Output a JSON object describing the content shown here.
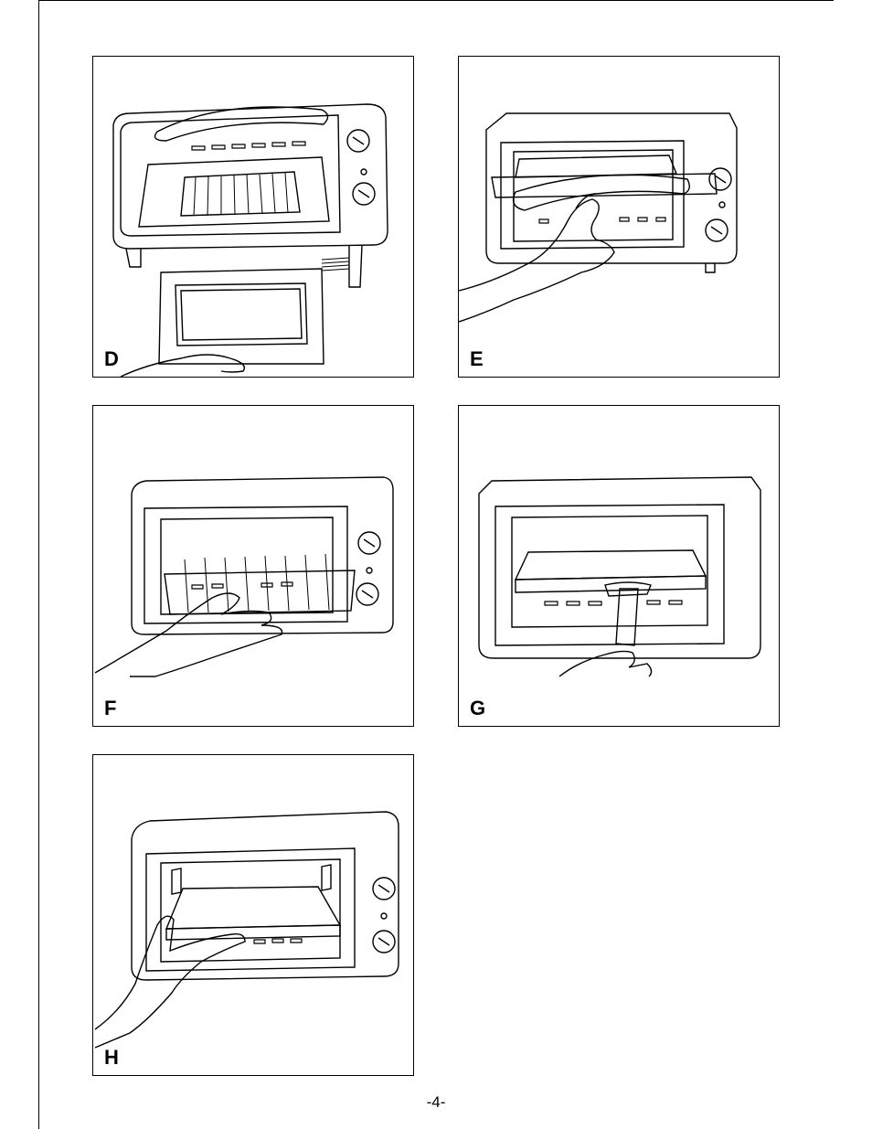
{
  "figures": [
    {
      "id": "d",
      "label": "D",
      "icon": "toaster-oven-crumb-tray-illustration"
    },
    {
      "id": "e",
      "label": "E",
      "icon": "toaster-oven-baking-pan-illustration"
    },
    {
      "id": "f",
      "label": "F",
      "icon": "toaster-oven-wire-rack-illustration"
    },
    {
      "id": "g",
      "label": "G",
      "icon": "toaster-oven-tray-handle-illustration"
    },
    {
      "id": "h",
      "label": "H",
      "icon": "toaster-oven-baking-tray-illustration"
    }
  ],
  "page_number": "-4-"
}
